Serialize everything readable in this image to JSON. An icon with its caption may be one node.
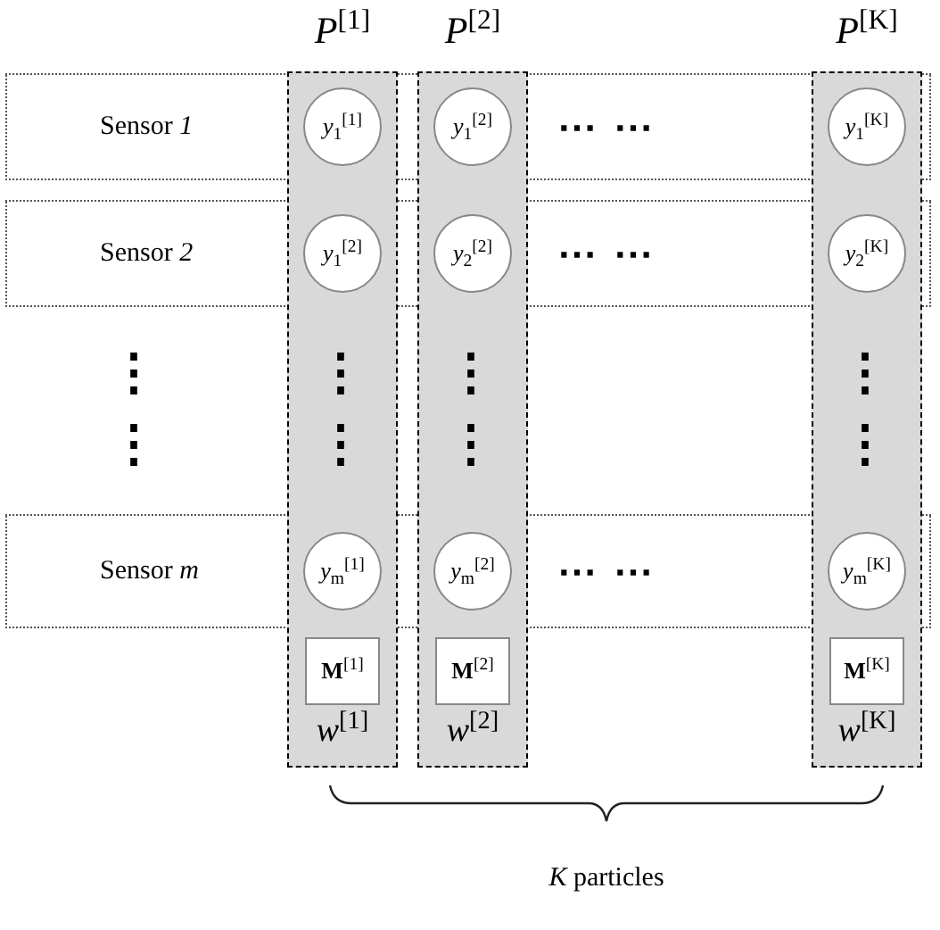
{
  "diagram": {
    "nodes": [
      {
        "text": [
          "Sensor *1*"
        ]
      },
      {
        "text": [
          "Sensor *2*"
        ]
      },
      {
        "text": [
          "Sensor *m*"
        ]
      },
      {
        "text": [
          "*P*$^{[1]}$",
          "*w*$^{[1]}$"
        ]
      },
      {
        "text": [
          "*P*$^{[2]}$",
          "*w*$^{[2]}$"
        ]
      },
      {
        "text": [
          "*P*$^{[K]}$",
          "*w*$^{[K]}$"
        ]
      },
      {
        "text": [
          "*y*$_{1}$$^{[1]}$"
        ]
      },
      {
        "text": [
          "*y*$_{1}$$^{[2]}$"
        ]
      },
      {
        "text": [
          "*y*$_{m}$$^{[1]}$"
        ]
      },
      {
        "text": [
          "**M**$^{[1]}$"
        ],
        "in": 3
      },
      {
        "text": [
          "*y*$_{1}$$^{[2]}$"
        ]
      },
      {
        "text": [
          "*y*$_{2}$$^{[2]}$"
        ]
      },
      {
        "text": [
          "*y*$_{m}$$^{[2]}$"
        ]
      },
      {
        "text": [
          "**M**$^{[2]}$"
        ],
        "in": 4
      },
      {
        "text": [
          "*y*$_{1}$$^{[K]}$"
        ]
      },
      {
        "text": [
          "*y*$_{2}$$^{[K]}$"
        ]
      },
      {
        "text": [
          "*y*$_{m}$$^{[K]}$"
        ]
      },
      {
        "text": [
          "**M**$^{[K]}$"
        ],
        "in": 5
      }
    ],
    "labels": [
      "⋯ ⋯",
      "⋯ ⋯",
      "⋮",
      "⋮",
      "⋮",
      "⋮",
      "⋮",
      "⋮",
      "⋮",
      "⋮",
      "⋯ ⋯",
      "*K* particles"
    ]
  }
}
